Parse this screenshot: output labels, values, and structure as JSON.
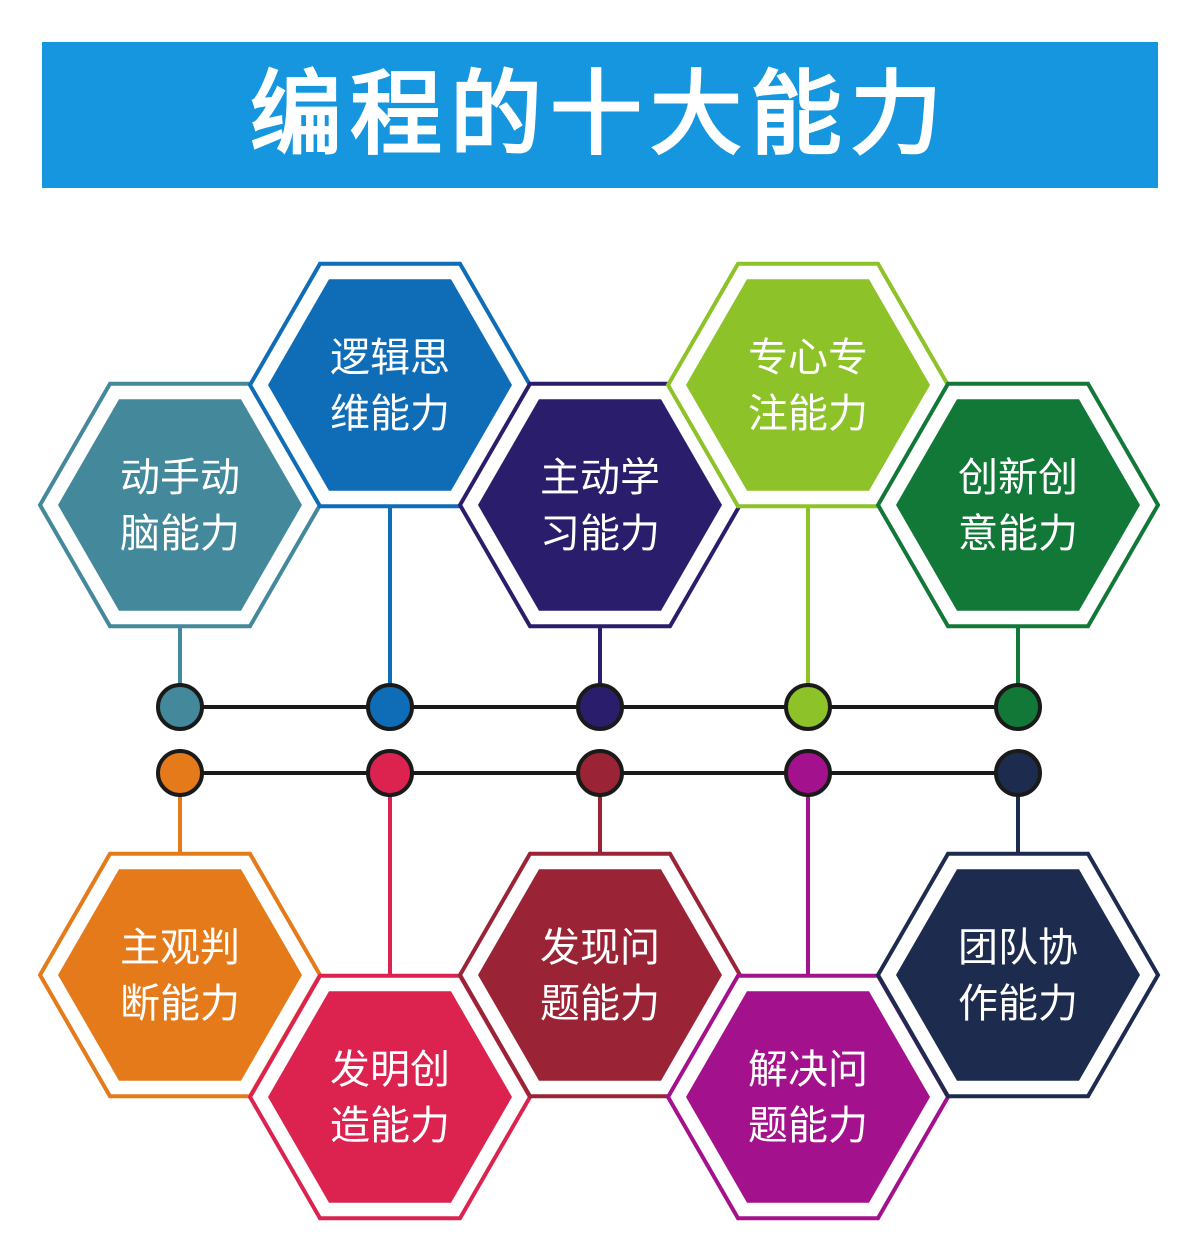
{
  "title": "编程的十大能力",
  "colors": {
    "banner": "#1596de",
    "connector_line": "#1a1a1a"
  },
  "top_row": [
    {
      "line1": "动手动",
      "line2": "脑能力",
      "color": "#43889b"
    },
    {
      "line1": "逻辑思",
      "line2": "维能力",
      "color": "#0f6cb6"
    },
    {
      "line1": "主动学",
      "line2": "习能力",
      "color": "#2a1d6c"
    },
    {
      "line1": "专心专",
      "line2": "注能力",
      "color": "#8dc229"
    },
    {
      "line1": "创新创",
      "line2": "意能力",
      "color": "#127838"
    }
  ],
  "bottom_row": [
    {
      "line1": "主观判",
      "line2": "断能力",
      "color": "#e57a1a"
    },
    {
      "line1": "发明创",
      "line2": "造能力",
      "color": "#dc2350"
    },
    {
      "line1": "发现问",
      "line2": "题能力",
      "color": "#9a2335"
    },
    {
      "line1": "解决问",
      "line2": "题能力",
      "color": "#a3118c"
    },
    {
      "line1": "团队协",
      "line2": "作能力",
      "color": "#1c2b4e"
    }
  ]
}
